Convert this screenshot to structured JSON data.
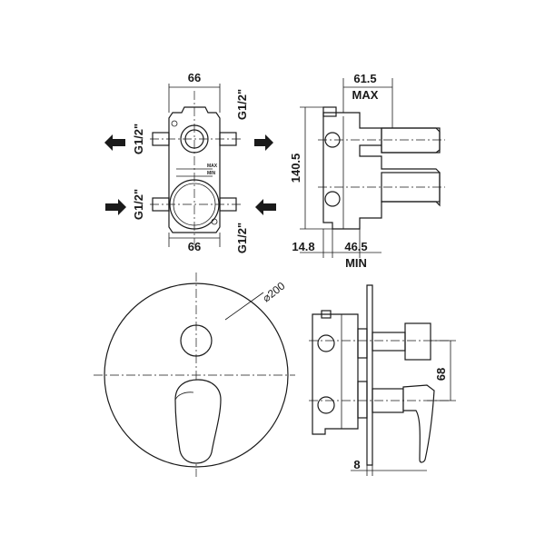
{
  "top_left_view": {
    "width_top": "66",
    "width_bottom": "66",
    "thread_top_right": "G1/2\"",
    "thread_bottom_right": "G1/2\"",
    "thread_left_upper": "G1/2\"",
    "thread_left_lower": "G1/2\"",
    "body_mark_max": "MAX",
    "body_mark_min": "MIN"
  },
  "top_right_view": {
    "depth_max_value": "61.5",
    "depth_max_label": "MAX",
    "height": "140.5",
    "offset": "14.8",
    "depth_min_value": "46.5",
    "depth_min_label": "MIN"
  },
  "bottom_left_view": {
    "plate_diameter": "⌀200"
  },
  "bottom_right_view": {
    "spindle_distance": "68",
    "plate_thickness": "8"
  }
}
